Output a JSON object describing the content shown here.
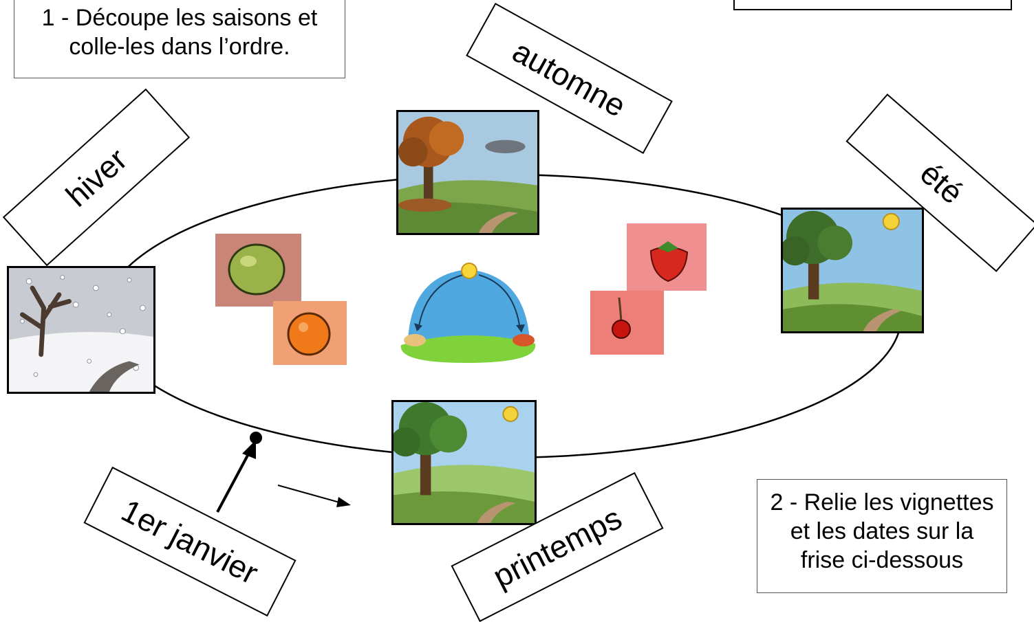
{
  "instructions": {
    "step1": [
      "1 - Découpe les saisons et",
      "colle-les dans l’ordre."
    ],
    "step2": [
      "2 - Relie les vignettes",
      "et les dates sur la",
      "frise ci-dessous"
    ]
  },
  "season_labels": {
    "winter": "hiver",
    "autumn": "automne",
    "summer": "été",
    "spring": "printemps"
  },
  "date_label": "1er janvier",
  "icons": {
    "winter_scene": "snowy-bare-tree-icon",
    "autumn_scene": "autumn-tree-icon",
    "summer_scene": "summer-tree-sun-icon",
    "spring_scene": "spring-tree-sun-icon",
    "apple": "apple-icon",
    "orange": "orange-icon",
    "strawberry": "strawberry-icon",
    "cherry": "cherry-icon",
    "sun_cycle": "sun-arc-cycle-icon"
  },
  "colors": {
    "sky": "#9ecbe8",
    "grass": "#6ea83c",
    "apple_bg": "#c98578",
    "orange_bg": "#f0a074",
    "strawberry_bg": "#ef8f8f",
    "cherry_bg": "#ee7f78"
  }
}
